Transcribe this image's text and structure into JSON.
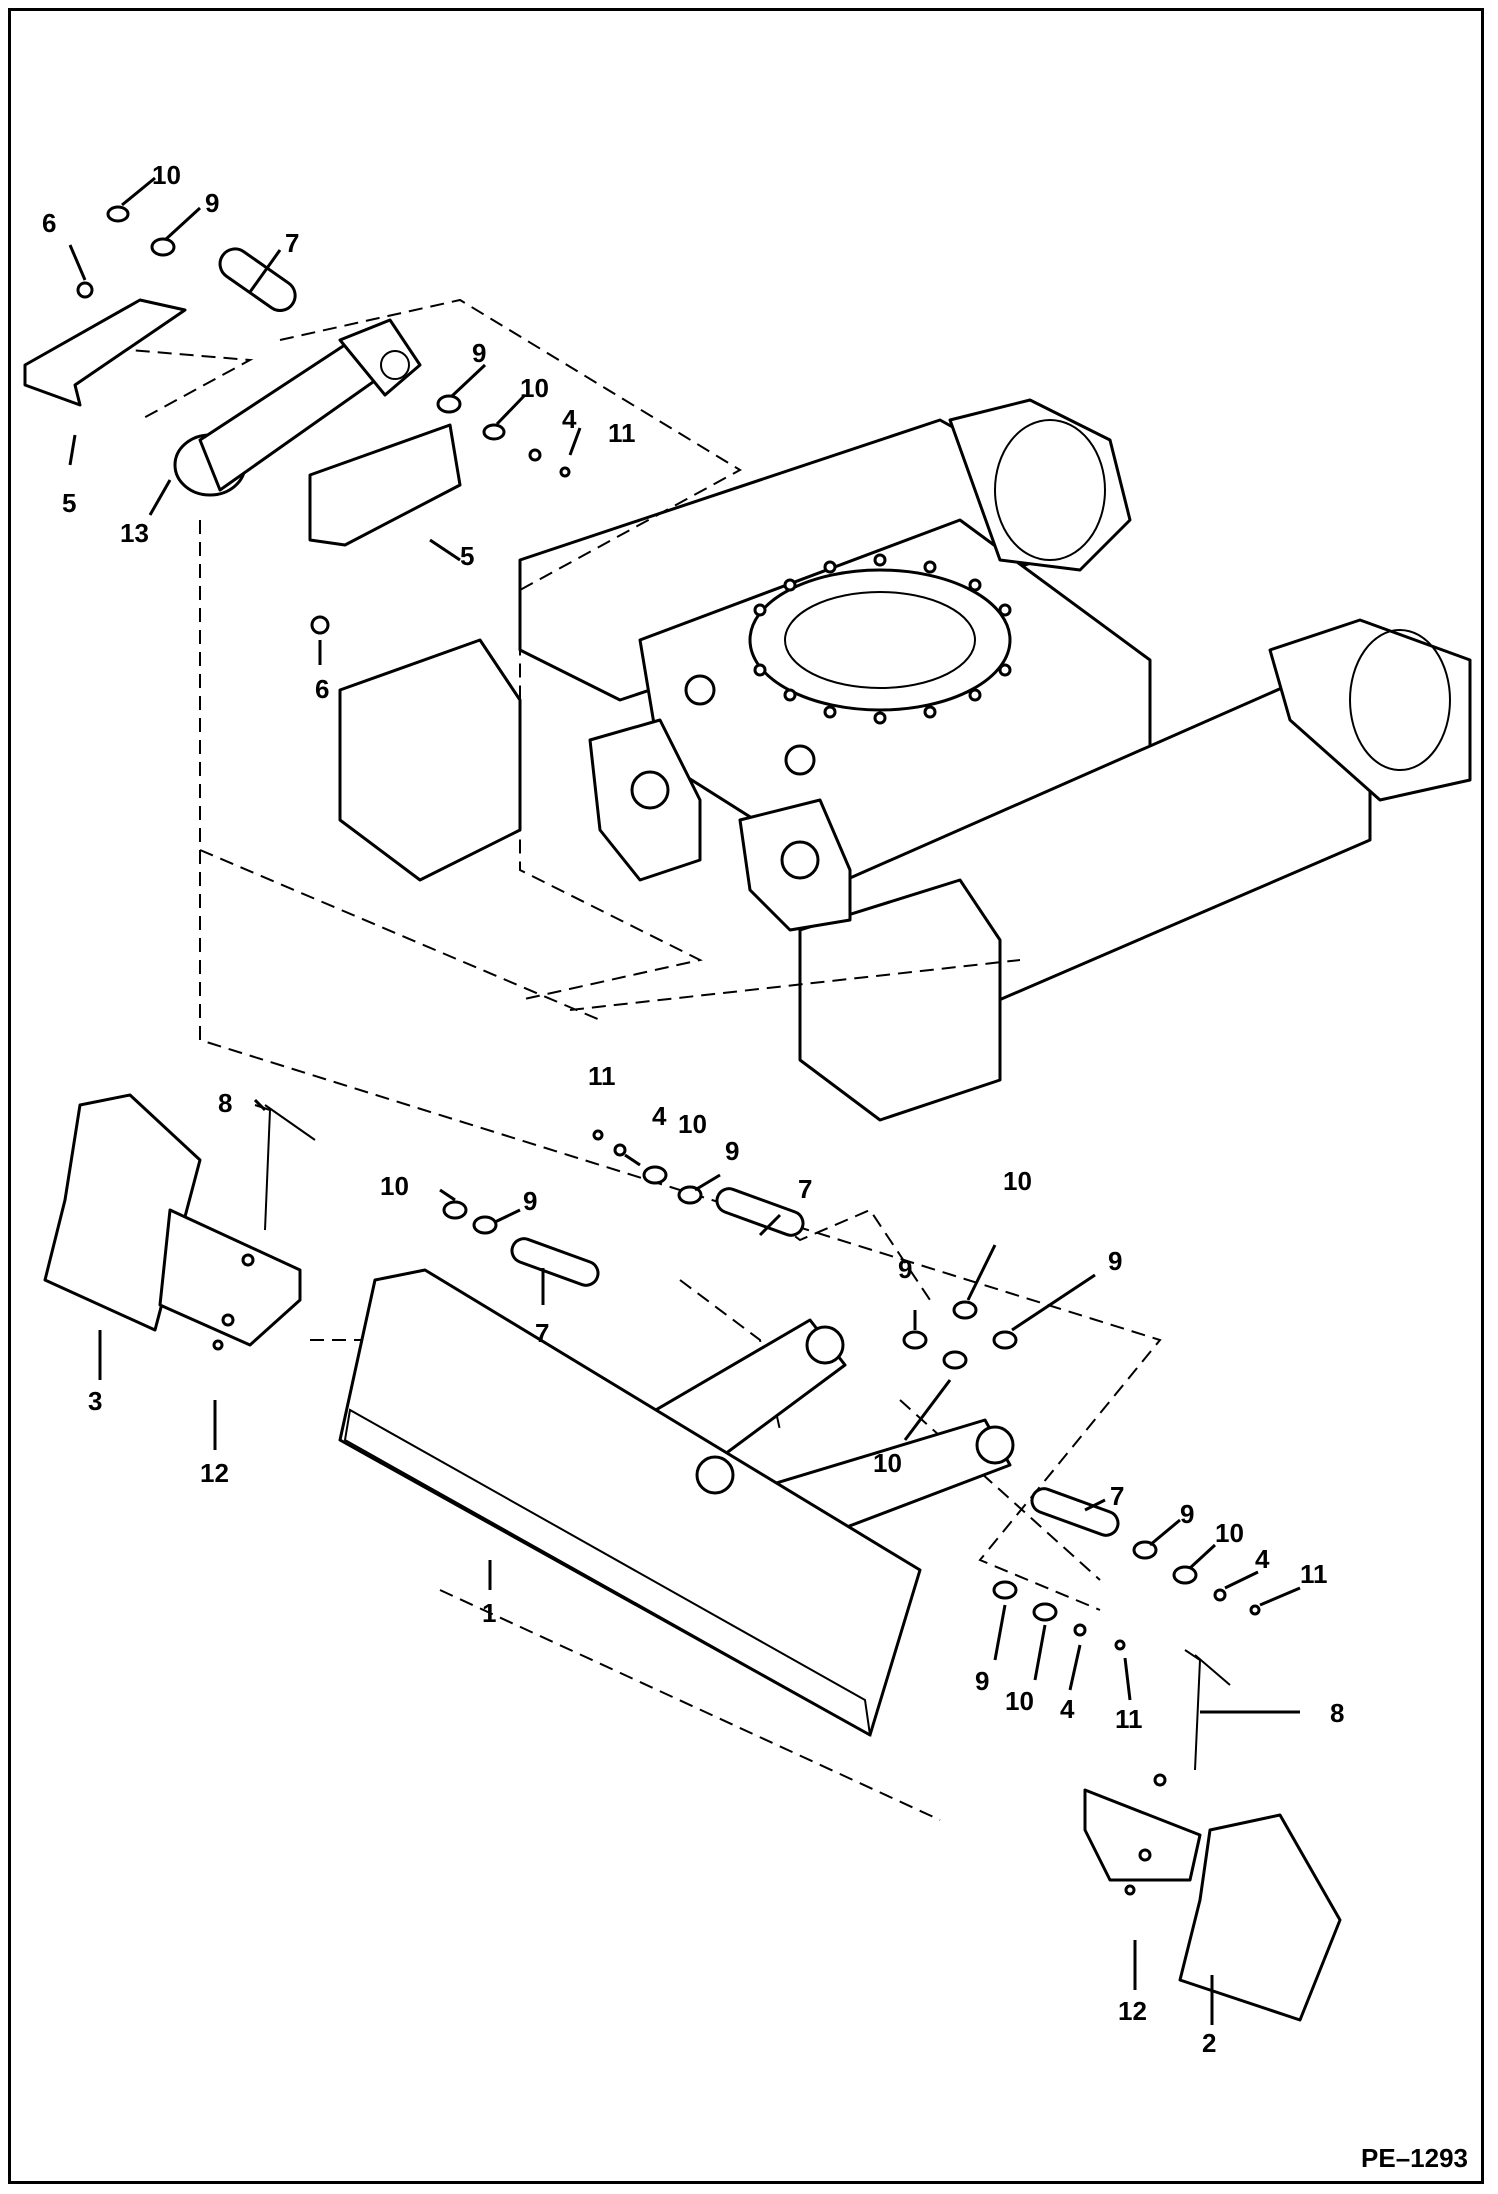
{
  "figure_code": "PE–1293",
  "callouts": [
    {
      "id": "c10a",
      "label": "10"
    },
    {
      "id": "c9a",
      "label": "9"
    },
    {
      "id": "c6a",
      "label": "6"
    },
    {
      "id": "c7a",
      "label": "7"
    },
    {
      "id": "c9b",
      "label": "9"
    },
    {
      "id": "c10b",
      "label": "10"
    },
    {
      "id": "c4a",
      "label": "4"
    },
    {
      "id": "c11a",
      "label": "11"
    },
    {
      "id": "c5a",
      "label": "5"
    },
    {
      "id": "c13",
      "label": "13"
    },
    {
      "id": "c5b",
      "label": "5"
    },
    {
      "id": "c6b",
      "label": "6"
    },
    {
      "id": "c8a",
      "label": "8"
    },
    {
      "id": "c11b",
      "label": "11"
    },
    {
      "id": "c4b",
      "label": "4"
    },
    {
      "id": "c10c",
      "label": "10"
    },
    {
      "id": "c9c",
      "label": "9"
    },
    {
      "id": "c10d",
      "label": "10"
    },
    {
      "id": "c9d",
      "label": "9"
    },
    {
      "id": "c7b",
      "label": "7"
    },
    {
      "id": "c7c",
      "label": "7"
    },
    {
      "id": "c10e",
      "label": "10"
    },
    {
      "id": "c9e",
      "label": "9"
    },
    {
      "id": "c9f",
      "label": "9"
    },
    {
      "id": "c3",
      "label": "3"
    },
    {
      "id": "c12a",
      "label": "12"
    },
    {
      "id": "c10f",
      "label": "10"
    },
    {
      "id": "c7d",
      "label": "7"
    },
    {
      "id": "c9g",
      "label": "9"
    },
    {
      "id": "c10g",
      "label": "10"
    },
    {
      "id": "c4c",
      "label": "4"
    },
    {
      "id": "c11c",
      "label": "11"
    },
    {
      "id": "c1",
      "label": "1"
    },
    {
      "id": "c9h",
      "label": "9"
    },
    {
      "id": "c10h",
      "label": "10"
    },
    {
      "id": "c4d",
      "label": "4"
    },
    {
      "id": "c11d",
      "label": "11"
    },
    {
      "id": "c8b",
      "label": "8"
    },
    {
      "id": "c12b",
      "label": "12"
    },
    {
      "id": "c2",
      "label": "2"
    }
  ]
}
